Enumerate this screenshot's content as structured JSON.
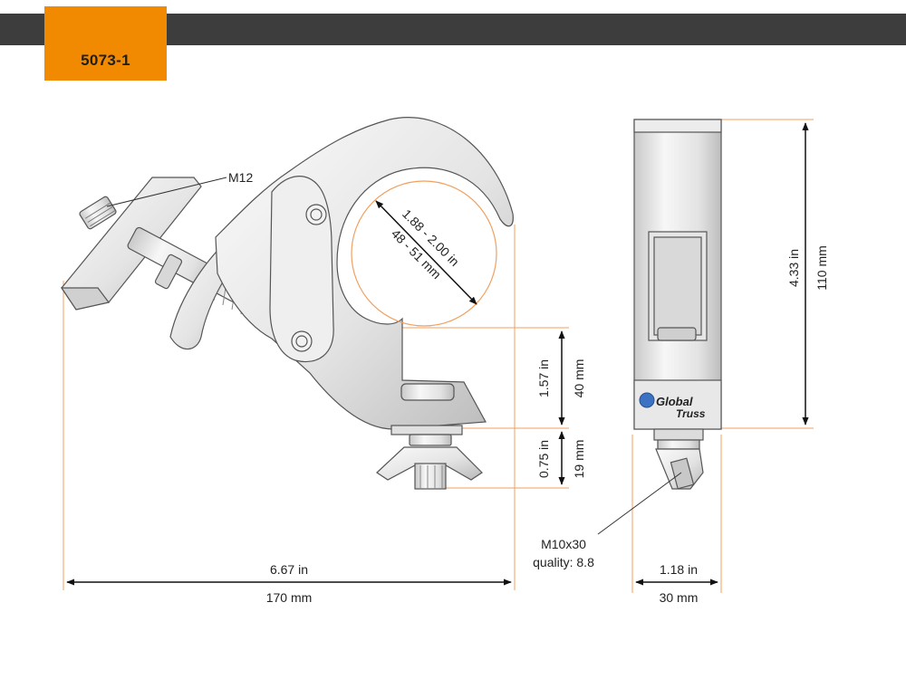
{
  "header": {
    "part_number": "5073-1"
  },
  "labels": {
    "thread_top": "M12",
    "bolt_line1": "M10x30",
    "bolt_line2": "quality: 8.8",
    "brand_line1": "Global",
    "brand_line2": "Truss"
  },
  "dimensions": {
    "tube_in": "1.88 - 2.00 in",
    "tube_mm": "48 - 51 mm",
    "jaw_in": "1.57 in",
    "jaw_mm": "40 mm",
    "nut_in": "0.75 in",
    "nut_mm": "19 mm",
    "length_in": "6.67 in",
    "length_mm": "170 mm",
    "height_in": "4.33 in",
    "height_mm": "110 mm",
    "width_in": "1.18 in",
    "width_mm": "30 mm"
  },
  "colors": {
    "accent": "#f18a00",
    "bar": "#3d3d3d",
    "leader": "#f0a060"
  }
}
